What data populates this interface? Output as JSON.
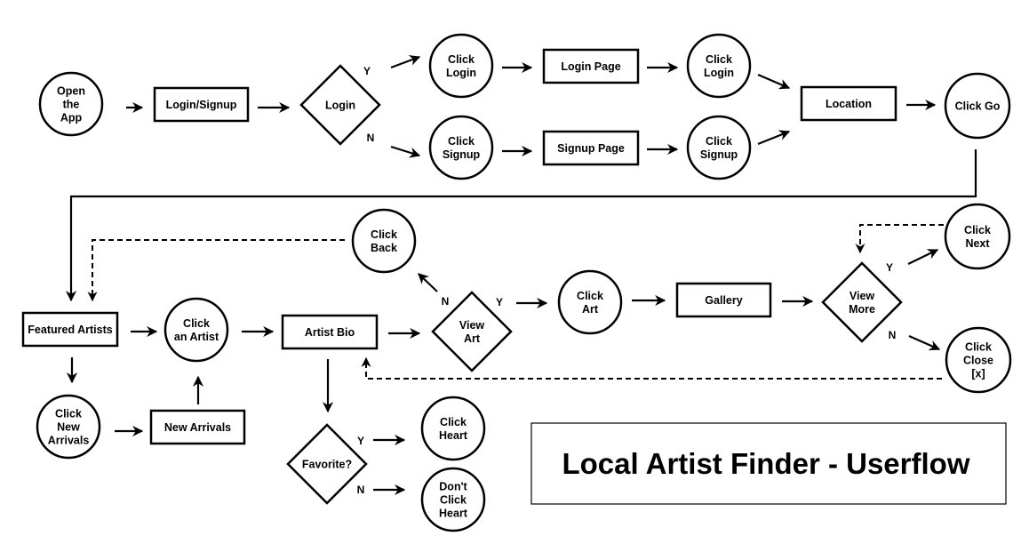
{
  "title": "Local Artist Finder - Userflow",
  "colors": {
    "stroke": "#000000",
    "background": "#ffffff"
  },
  "nodes": {
    "open_app": {
      "shape": "circle",
      "lines": [
        "Open",
        "the",
        "App"
      ]
    },
    "login_signup": {
      "shape": "rect",
      "lines": [
        "Login/Signup"
      ]
    },
    "login_decision": {
      "shape": "diamond",
      "lines": [
        "Login"
      ]
    },
    "click_login_1": {
      "shape": "circle",
      "lines": [
        "Click",
        "Login"
      ]
    },
    "login_page": {
      "shape": "rect",
      "lines": [
        "Login Page"
      ]
    },
    "click_login_2": {
      "shape": "circle",
      "lines": [
        "Click",
        "Login"
      ]
    },
    "click_signup_1": {
      "shape": "circle",
      "lines": [
        "Click",
        "Signup"
      ]
    },
    "signup_page": {
      "shape": "rect",
      "lines": [
        "Signup Page"
      ]
    },
    "click_signup_2": {
      "shape": "circle",
      "lines": [
        "Click",
        "Signup"
      ]
    },
    "location": {
      "shape": "rect",
      "lines": [
        "Location"
      ]
    },
    "click_go": {
      "shape": "circle",
      "lines": [
        "Click Go"
      ]
    },
    "featured_artists": {
      "shape": "rect",
      "lines": [
        "Featured Artists"
      ]
    },
    "click_an_artist": {
      "shape": "circle",
      "lines": [
        "Click",
        "an Artist"
      ]
    },
    "artist_bio": {
      "shape": "rect",
      "lines": [
        "Artist Bio"
      ]
    },
    "view_art": {
      "shape": "diamond",
      "lines": [
        "View",
        "Art"
      ]
    },
    "click_back": {
      "shape": "circle",
      "lines": [
        "Click",
        "Back"
      ]
    },
    "click_art": {
      "shape": "circle",
      "lines": [
        "Click",
        "Art"
      ]
    },
    "gallery": {
      "shape": "rect",
      "lines": [
        "Gallery"
      ]
    },
    "view_more": {
      "shape": "diamond",
      "lines": [
        "View",
        "More"
      ]
    },
    "click_next": {
      "shape": "circle",
      "lines": [
        "Click",
        "Next"
      ]
    },
    "click_close": {
      "shape": "circle",
      "lines": [
        "Click",
        "Close",
        "[x]"
      ]
    },
    "click_new_arrivals": {
      "shape": "circle",
      "lines": [
        "Click",
        "New",
        "Arrivals"
      ]
    },
    "new_arrivals": {
      "shape": "rect",
      "lines": [
        "New Arrivals"
      ]
    },
    "favorite": {
      "shape": "diamond",
      "lines": [
        "Favorite?"
      ]
    },
    "click_heart": {
      "shape": "circle",
      "lines": [
        "Click",
        "Heart"
      ]
    },
    "dont_click_heart": {
      "shape": "circle",
      "lines": [
        "Don't",
        "Click",
        "Heart"
      ]
    }
  },
  "edges": [
    {
      "from": "open_app",
      "to": "login_signup",
      "style": "solid"
    },
    {
      "from": "login_signup",
      "to": "login_decision",
      "style": "solid"
    },
    {
      "from": "login_decision",
      "to": "click_login_1",
      "label": "Y",
      "style": "solid"
    },
    {
      "from": "login_decision",
      "to": "click_signup_1",
      "label": "N",
      "style": "solid"
    },
    {
      "from": "click_login_1",
      "to": "login_page",
      "style": "solid"
    },
    {
      "from": "login_page",
      "to": "click_login_2",
      "style": "solid"
    },
    {
      "from": "click_signup_1",
      "to": "signup_page",
      "style": "solid"
    },
    {
      "from": "signup_page",
      "to": "click_signup_2",
      "style": "solid"
    },
    {
      "from": "click_login_2",
      "to": "location",
      "style": "solid"
    },
    {
      "from": "click_signup_2",
      "to": "location",
      "style": "solid"
    },
    {
      "from": "location",
      "to": "click_go",
      "style": "solid"
    },
    {
      "from": "click_go",
      "to": "featured_artists",
      "style": "solid"
    },
    {
      "from": "click_back",
      "to": "featured_artists",
      "style": "dashed"
    },
    {
      "from": "featured_artists",
      "to": "click_an_artist",
      "style": "solid"
    },
    {
      "from": "featured_artists",
      "to": "click_new_arrivals",
      "style": "solid"
    },
    {
      "from": "click_new_arrivals",
      "to": "new_arrivals",
      "style": "solid"
    },
    {
      "from": "new_arrivals",
      "to": "click_an_artist",
      "style": "solid"
    },
    {
      "from": "click_an_artist",
      "to": "artist_bio",
      "style": "solid"
    },
    {
      "from": "artist_bio",
      "to": "view_art",
      "style": "solid"
    },
    {
      "from": "artist_bio",
      "to": "favorite",
      "style": "solid"
    },
    {
      "from": "view_art",
      "to": "click_back",
      "label": "N",
      "style": "solid"
    },
    {
      "from": "view_art",
      "to": "click_art",
      "label": "Y",
      "style": "solid"
    },
    {
      "from": "click_art",
      "to": "gallery",
      "style": "solid"
    },
    {
      "from": "gallery",
      "to": "view_more",
      "style": "solid"
    },
    {
      "from": "view_more",
      "to": "click_next",
      "label": "Y",
      "style": "solid"
    },
    {
      "from": "view_more",
      "to": "click_close",
      "label": "N",
      "style": "solid"
    },
    {
      "from": "click_next",
      "to": "view_more",
      "style": "dashed"
    },
    {
      "from": "click_close",
      "to": "artist_bio",
      "style": "dashed"
    },
    {
      "from": "favorite",
      "to": "click_heart",
      "label": "Y",
      "style": "solid"
    },
    {
      "from": "favorite",
      "to": "dont_click_heart",
      "label": "N",
      "style": "solid"
    }
  ]
}
